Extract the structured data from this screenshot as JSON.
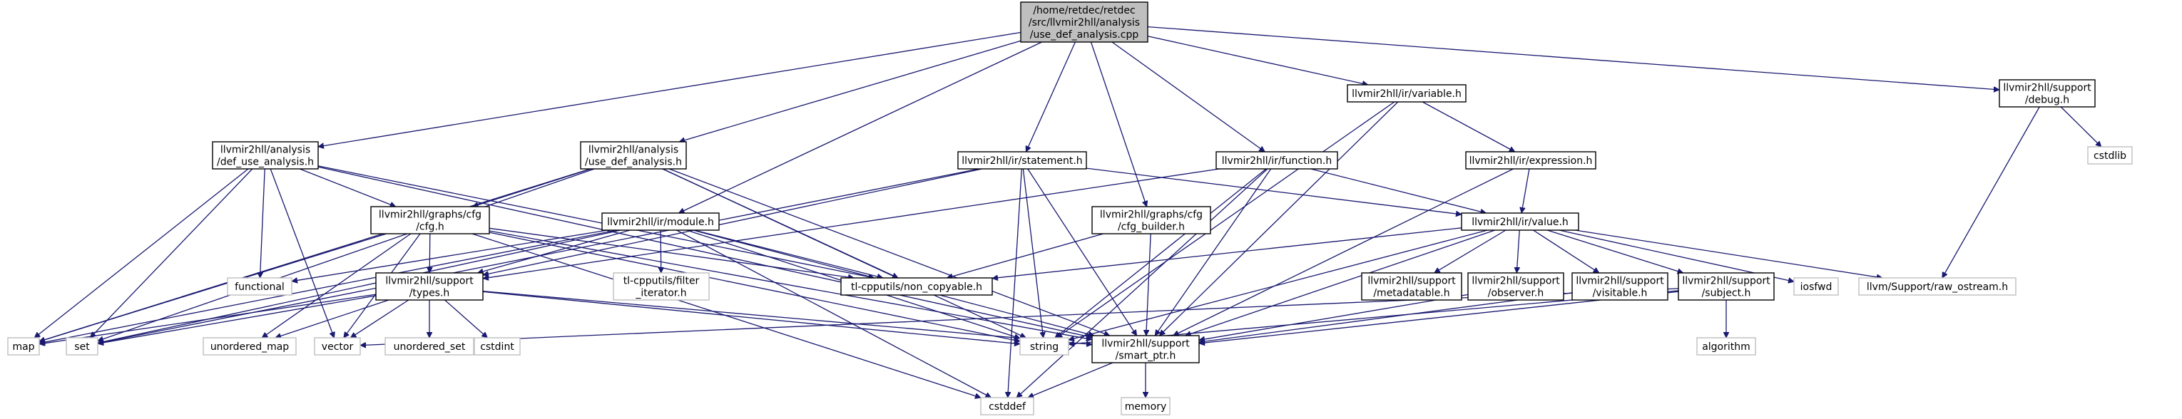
{
  "diagram": {
    "nodes": [
      {
        "id": "root",
        "kind": "root",
        "lines": [
          "/home/retdec/retdec",
          "/src/llvmir2hll/analysis",
          "/use_def_analysis.cpp"
        ]
      },
      {
        "id": "def_use",
        "kind": "internal",
        "lines": [
          "llvmir2hll/analysis",
          "/def_use_analysis.h"
        ]
      },
      {
        "id": "use_def",
        "kind": "internal",
        "lines": [
          "llvmir2hll/analysis",
          "/use_def_analysis.h"
        ]
      },
      {
        "id": "statement",
        "kind": "internal",
        "lines": [
          "llvmir2hll/ir/statement.h"
        ]
      },
      {
        "id": "function",
        "kind": "internal",
        "lines": [
          "llvmir2hll/ir/function.h"
        ]
      },
      {
        "id": "variable",
        "kind": "internal",
        "lines": [
          "llvmir2hll/ir/variable.h"
        ]
      },
      {
        "id": "debug",
        "kind": "internal",
        "lines": [
          "llvmir2hll/support",
          "/debug.h"
        ]
      },
      {
        "id": "cfg",
        "kind": "internal",
        "lines": [
          "llvmir2hll/graphs/cfg",
          "/cfg.h"
        ]
      },
      {
        "id": "module",
        "kind": "internal",
        "lines": [
          "llvmir2hll/ir/module.h"
        ]
      },
      {
        "id": "cfg_builder",
        "kind": "internal",
        "lines": [
          "llvmir2hll/graphs/cfg",
          "/cfg_builder.h"
        ]
      },
      {
        "id": "expression",
        "kind": "internal",
        "lines": [
          "llvmir2hll/ir/expression.h"
        ]
      },
      {
        "id": "value",
        "kind": "internal",
        "lines": [
          "llvmir2hll/ir/value.h"
        ]
      },
      {
        "id": "types",
        "kind": "internal",
        "lines": [
          "llvmir2hll/support",
          "/types.h"
        ]
      },
      {
        "id": "smart_ptr",
        "kind": "internal",
        "lines": [
          "llvmir2hll/support",
          "/smart_ptr.h"
        ]
      },
      {
        "id": "metadatable",
        "kind": "internal",
        "lines": [
          "llvmir2hll/support",
          "/metadatable.h"
        ]
      },
      {
        "id": "observer",
        "kind": "internal",
        "lines": [
          "llvmir2hll/support",
          "/observer.h"
        ]
      },
      {
        "id": "visitable",
        "kind": "internal",
        "lines": [
          "llvmir2hll/support",
          "/visitable.h"
        ]
      },
      {
        "id": "subject",
        "kind": "internal",
        "lines": [
          "llvmir2hll/support",
          "/subject.h"
        ]
      },
      {
        "id": "non_copyable",
        "kind": "internal",
        "lines": [
          "tl-cpputils/non_copyable.h"
        ]
      },
      {
        "id": "filter_iterator",
        "kind": "external",
        "lines": [
          "tl-cpputils/filter",
          "_iterator.h"
        ]
      },
      {
        "id": "functional",
        "kind": "external",
        "lines": [
          "functional"
        ]
      },
      {
        "id": "map",
        "kind": "external",
        "lines": [
          "map"
        ]
      },
      {
        "id": "set",
        "kind": "external",
        "lines": [
          "set"
        ]
      },
      {
        "id": "vector",
        "kind": "external",
        "lines": [
          "vector"
        ]
      },
      {
        "id": "unordered_map",
        "kind": "external",
        "lines": [
          "unordered_map"
        ]
      },
      {
        "id": "unordered_set",
        "kind": "external",
        "lines": [
          "unordered_set"
        ]
      },
      {
        "id": "cstdint",
        "kind": "external",
        "lines": [
          "cstdint"
        ]
      },
      {
        "id": "string",
        "kind": "external",
        "lines": [
          "string"
        ]
      },
      {
        "id": "cstddef",
        "kind": "external",
        "lines": [
          "cstddef"
        ]
      },
      {
        "id": "memory",
        "kind": "external",
        "lines": [
          "memory"
        ]
      },
      {
        "id": "algorithm",
        "kind": "external",
        "lines": [
          "algorithm"
        ]
      },
      {
        "id": "iosfwd",
        "kind": "external",
        "lines": [
          "iosfwd"
        ]
      },
      {
        "id": "raw_ostream",
        "kind": "external",
        "lines": [
          "llvm/Support/raw_ostream.h"
        ]
      },
      {
        "id": "cstdlib",
        "kind": "external",
        "lines": [
          "cstdlib"
        ]
      }
    ],
    "edges": [
      [
        "root",
        "def_use"
      ],
      [
        "root",
        "use_def"
      ],
      [
        "root",
        "statement"
      ],
      [
        "root",
        "function"
      ],
      [
        "root",
        "variable"
      ],
      [
        "root",
        "debug"
      ],
      [
        "root",
        "cfg_builder"
      ],
      [
        "root",
        "module"
      ],
      [
        "def_use",
        "cfg"
      ],
      [
        "def_use",
        "functional"
      ],
      [
        "def_use",
        "map"
      ],
      [
        "def_use",
        "set"
      ],
      [
        "def_use",
        "vector"
      ],
      [
        "def_use",
        "smart_ptr"
      ],
      [
        "def_use",
        "non_copyable"
      ],
      [
        "use_def",
        "cfg"
      ],
      [
        "use_def",
        "map"
      ],
      [
        "use_def",
        "set"
      ],
      [
        "use_def",
        "smart_ptr"
      ],
      [
        "use_def",
        "non_copyable"
      ],
      [
        "use_def",
        "string"
      ],
      [
        "statement",
        "value"
      ],
      [
        "statement",
        "smart_ptr"
      ],
      [
        "statement",
        "string"
      ],
      [
        "statement",
        "cstddef"
      ],
      [
        "statement",
        "types"
      ],
      [
        "statement",
        "set"
      ],
      [
        "function",
        "value"
      ],
      [
        "function",
        "smart_ptr"
      ],
      [
        "function",
        "string"
      ],
      [
        "function",
        "cstddef"
      ],
      [
        "function",
        "types"
      ],
      [
        "variable",
        "expression"
      ],
      [
        "variable",
        "smart_ptr"
      ],
      [
        "variable",
        "string"
      ],
      [
        "expression",
        "value"
      ],
      [
        "expression",
        "smart_ptr"
      ],
      [
        "debug",
        "raw_ostream"
      ],
      [
        "debug",
        "cstdlib"
      ],
      [
        "cfg",
        "types"
      ],
      [
        "cfg",
        "map"
      ],
      [
        "cfg",
        "vector"
      ],
      [
        "cfg",
        "string"
      ],
      [
        "cfg",
        "smart_ptr"
      ],
      [
        "cfg",
        "non_copyable"
      ],
      [
        "cfg",
        "unordered_map"
      ],
      [
        "cfg",
        "cstddef"
      ],
      [
        "module",
        "types"
      ],
      [
        "module",
        "filter_iterator"
      ],
      [
        "module",
        "non_copyable"
      ],
      [
        "module",
        "string"
      ],
      [
        "module",
        "smart_ptr"
      ],
      [
        "module",
        "cstddef"
      ],
      [
        "module",
        "functional"
      ],
      [
        "module",
        "map"
      ],
      [
        "module",
        "set"
      ],
      [
        "cfg_builder",
        "smart_ptr"
      ],
      [
        "cfg_builder",
        "non_copyable"
      ],
      [
        "value",
        "smart_ptr"
      ],
      [
        "value",
        "metadatable"
      ],
      [
        "value",
        "observer"
      ],
      [
        "value",
        "visitable"
      ],
      [
        "value",
        "subject"
      ],
      [
        "value",
        "iosfwd"
      ],
      [
        "value",
        "raw_ostream"
      ],
      [
        "value",
        "string"
      ],
      [
        "value",
        "non_copyable"
      ],
      [
        "types",
        "map"
      ],
      [
        "types",
        "set"
      ],
      [
        "types",
        "vector"
      ],
      [
        "types",
        "unordered_map"
      ],
      [
        "types",
        "unordered_set"
      ],
      [
        "types",
        "cstdint"
      ],
      [
        "types",
        "string"
      ],
      [
        "types",
        "smart_ptr"
      ],
      [
        "smart_ptr",
        "memory"
      ],
      [
        "smart_ptr",
        "cstddef"
      ],
      [
        "observer",
        "smart_ptr"
      ],
      [
        "visitable",
        "smart_ptr"
      ],
      [
        "subject",
        "smart_ptr"
      ],
      [
        "subject",
        "algorithm"
      ],
      [
        "subject",
        "vector"
      ],
      [
        "subject",
        "string"
      ]
    ]
  }
}
